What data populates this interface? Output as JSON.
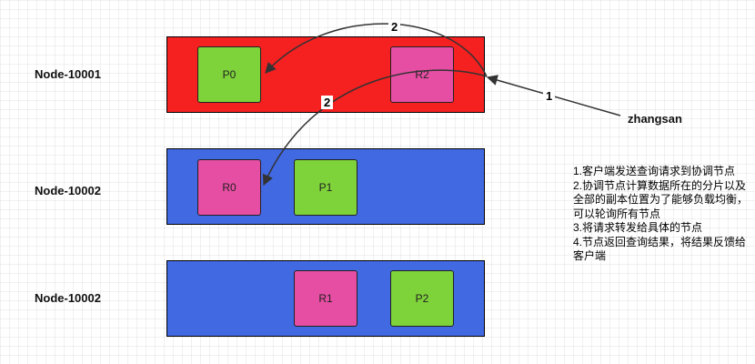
{
  "colors": {
    "node_red": "#f52020",
    "node_blue": "#4169e1",
    "primary_shard": "#7ed23a",
    "replica_shard": "#e64ea3"
  },
  "nodes": [
    {
      "label": "Node-10001",
      "color": "#f52020",
      "shards": [
        "P0",
        "R2"
      ]
    },
    {
      "label": "Node-10002",
      "color": "#4169e1",
      "shards": [
        "R0",
        "P1"
      ]
    },
    {
      "label": "Node-10002",
      "color": "#4169e1",
      "shards": [
        "R1",
        "P2"
      ]
    }
  ],
  "client": "zhangsan",
  "arrows": {
    "request_label": "1",
    "forward_label_top": "2",
    "forward_label_mid": "2"
  },
  "notes": [
    "1.客户端发送查询请求到协调节点",
    "2.协调节点计算数据所在的分片以及全部的副本位置为了能够负载均衡，可以轮询所有节点",
    "3.将请求转发给具体的节点",
    "4.节点返回查询结果，将结果反馈给客户端"
  ]
}
